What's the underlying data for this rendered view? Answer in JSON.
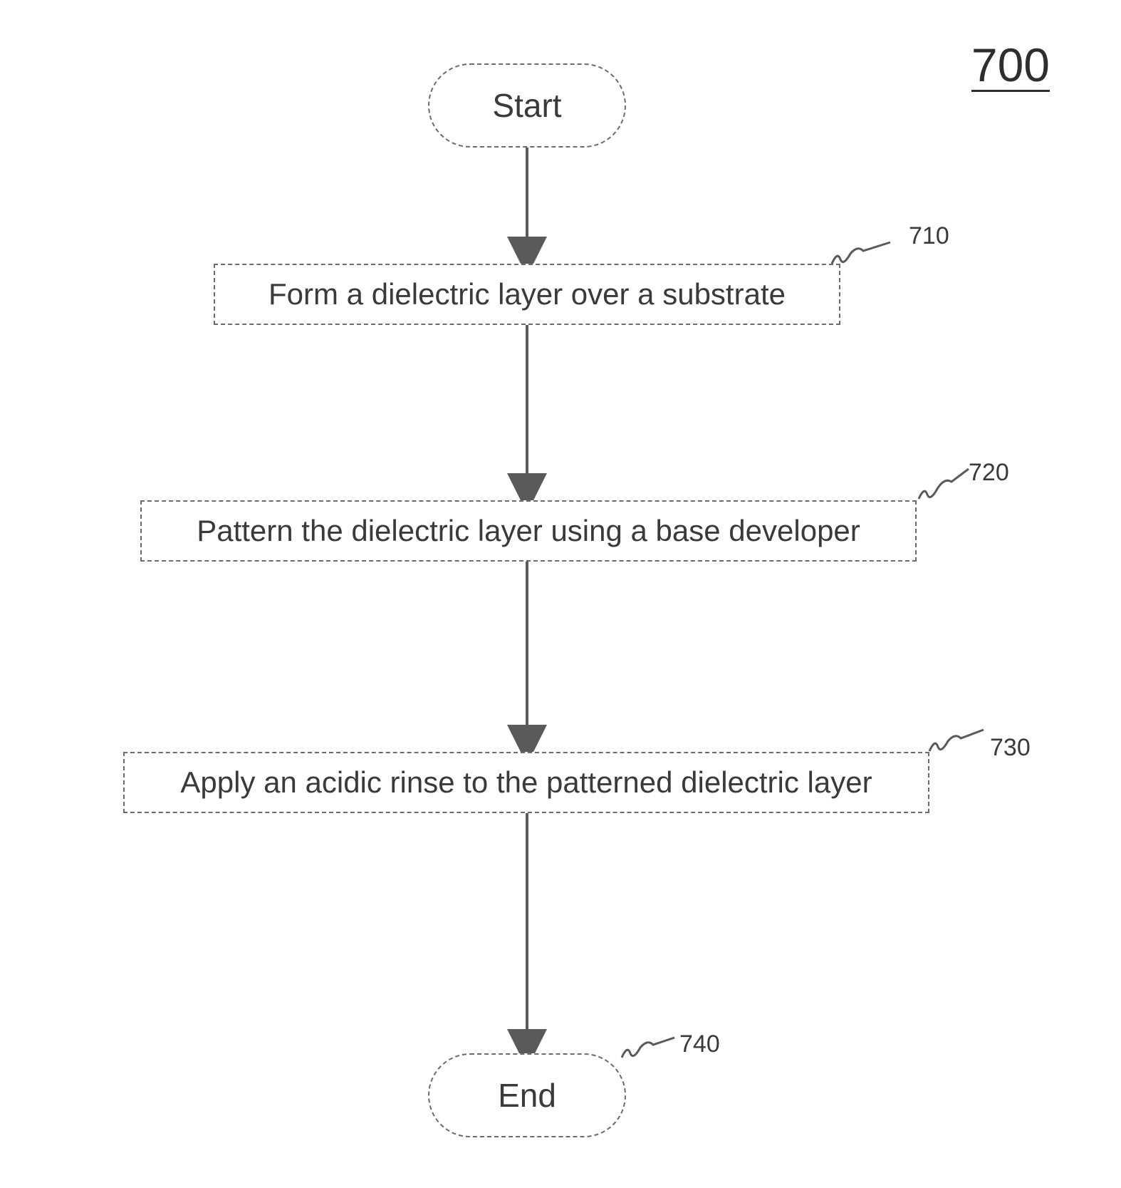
{
  "figure_number": "700",
  "start_label": "Start",
  "end_label": "End",
  "steps": [
    {
      "ref": "710",
      "text": "Form a dielectric layer over a substrate"
    },
    {
      "ref": "720",
      "text": "Pattern the dielectric layer using a base developer"
    },
    {
      "ref": "730",
      "text": "Apply an acidic rinse to the patterned dielectric layer"
    }
  ],
  "end_ref": "740",
  "colors": {
    "line": "#5a5a5a",
    "text": "#3a3a3a"
  }
}
